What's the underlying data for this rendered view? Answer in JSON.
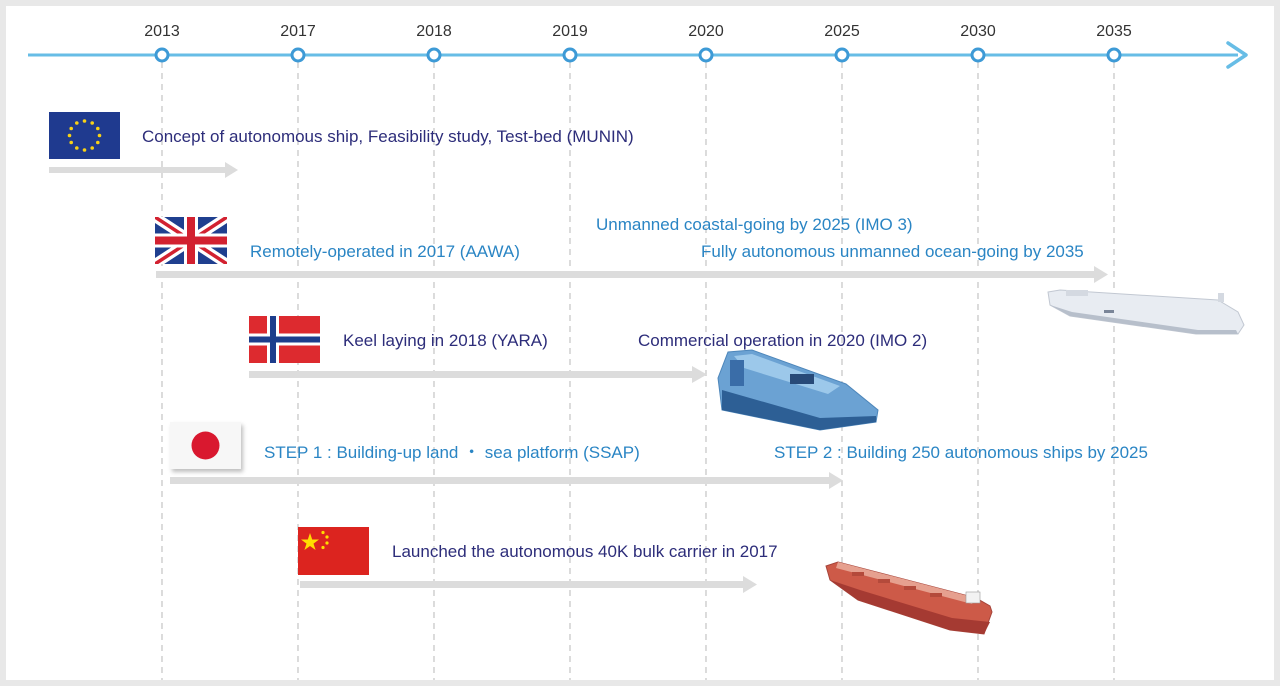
{
  "timeline": {
    "years": [
      "2013",
      "2017",
      "2018",
      "2019",
      "2020",
      "2025",
      "2030",
      "2035"
    ],
    "axis_color": "#67bde6",
    "guide_color": "#c8c8c8"
  },
  "rows": [
    {
      "region": "EU",
      "flag_icon": "eu-flag-icon",
      "texts": [
        "Concept of autonomous ship,  Feasibility study, Test-bed (MUNIN)"
      ]
    },
    {
      "region": "UK",
      "flag_icon": "uk-flag-icon",
      "texts": [
        "Remotely-operated in 2017 (AAWA)",
        "Unmanned coastal-going by 2025 (IMO 3)",
        "Fully autonomous unmanned ocean-going by 2035"
      ]
    },
    {
      "region": "Norway",
      "flag_icon": "norway-flag-icon",
      "texts": [
        "Keel laying in 2018 (YARA)",
        "Commercial operation in 2020 (IMO 2)"
      ]
    },
    {
      "region": "Japan",
      "flag_icon": "japan-flag-icon",
      "texts": [
        "STEP 1 : Building-up land ・ sea platform (SSAP)",
        "STEP 2 : Building 250 autonomous ships by 2025"
      ]
    },
    {
      "region": "China",
      "flag_icon": "china-flag-icon",
      "texts": [
        "Launched the autonomous  40K bulk carrier in 2017"
      ]
    }
  ],
  "colors": {
    "navy_text": "#2d2d7a",
    "blue_text": "#2a85c4",
    "progress_arrow": "#dcdcdc"
  }
}
